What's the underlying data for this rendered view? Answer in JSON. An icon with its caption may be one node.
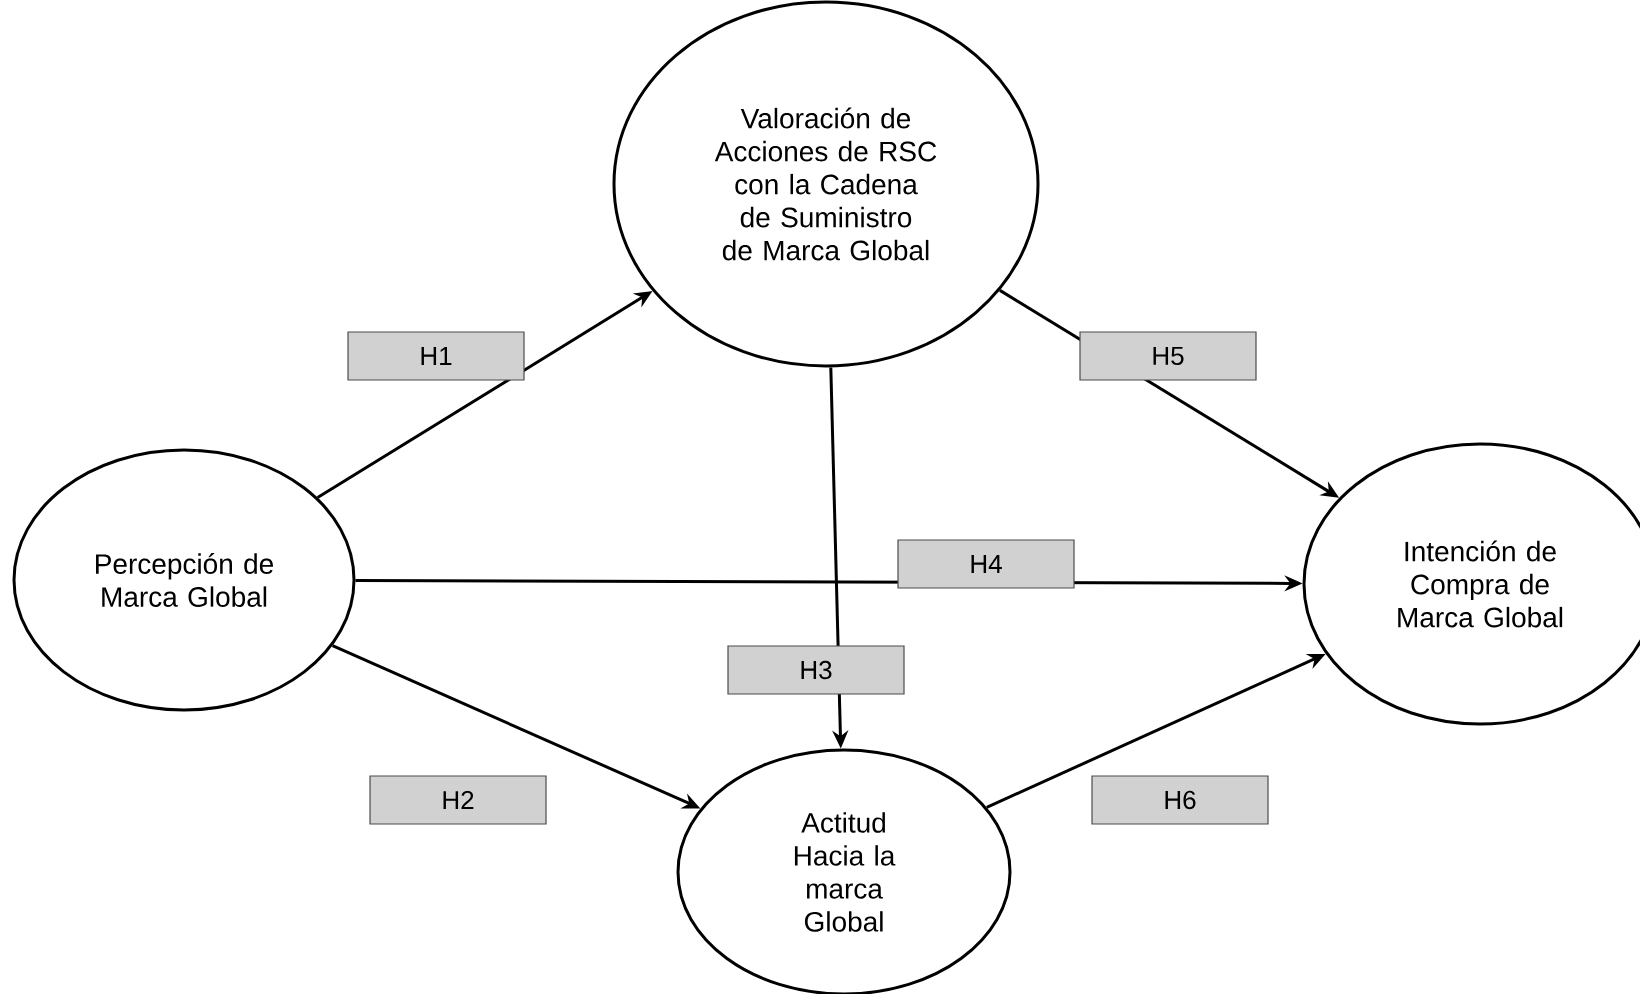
{
  "diagram": {
    "nodes": [
      {
        "text": [
          "Valoración de Acciones de RSC con la Cadena de Suministro de Marca Global"
        ]
      },
      {
        "text": [
          "Percepción de Marca Global"
        ]
      },
      {
        "text": [
          "Intención de Compra de Marca Global"
        ]
      },
      {
        "text": [
          "Actitud Hacia la marca Global"
        ]
      }
    ],
    "edges": [
      {
        "from": 1,
        "to": 0,
        "arrow": "to",
        "label": "H1"
      },
      {
        "from": 1,
        "to": 3,
        "arrow": "to",
        "label": "H2"
      },
      {
        "from": 0,
        "to": 3,
        "arrow": "to",
        "label": "H3"
      },
      {
        "from": 1,
        "to": 2,
        "arrow": "to",
        "label": "H4"
      },
      {
        "from": 0,
        "to": 2,
        "arrow": "to",
        "label": "H5"
      },
      {
        "from": 3,
        "to": 2,
        "arrow": "to",
        "label": "H6"
      }
    ]
  }
}
